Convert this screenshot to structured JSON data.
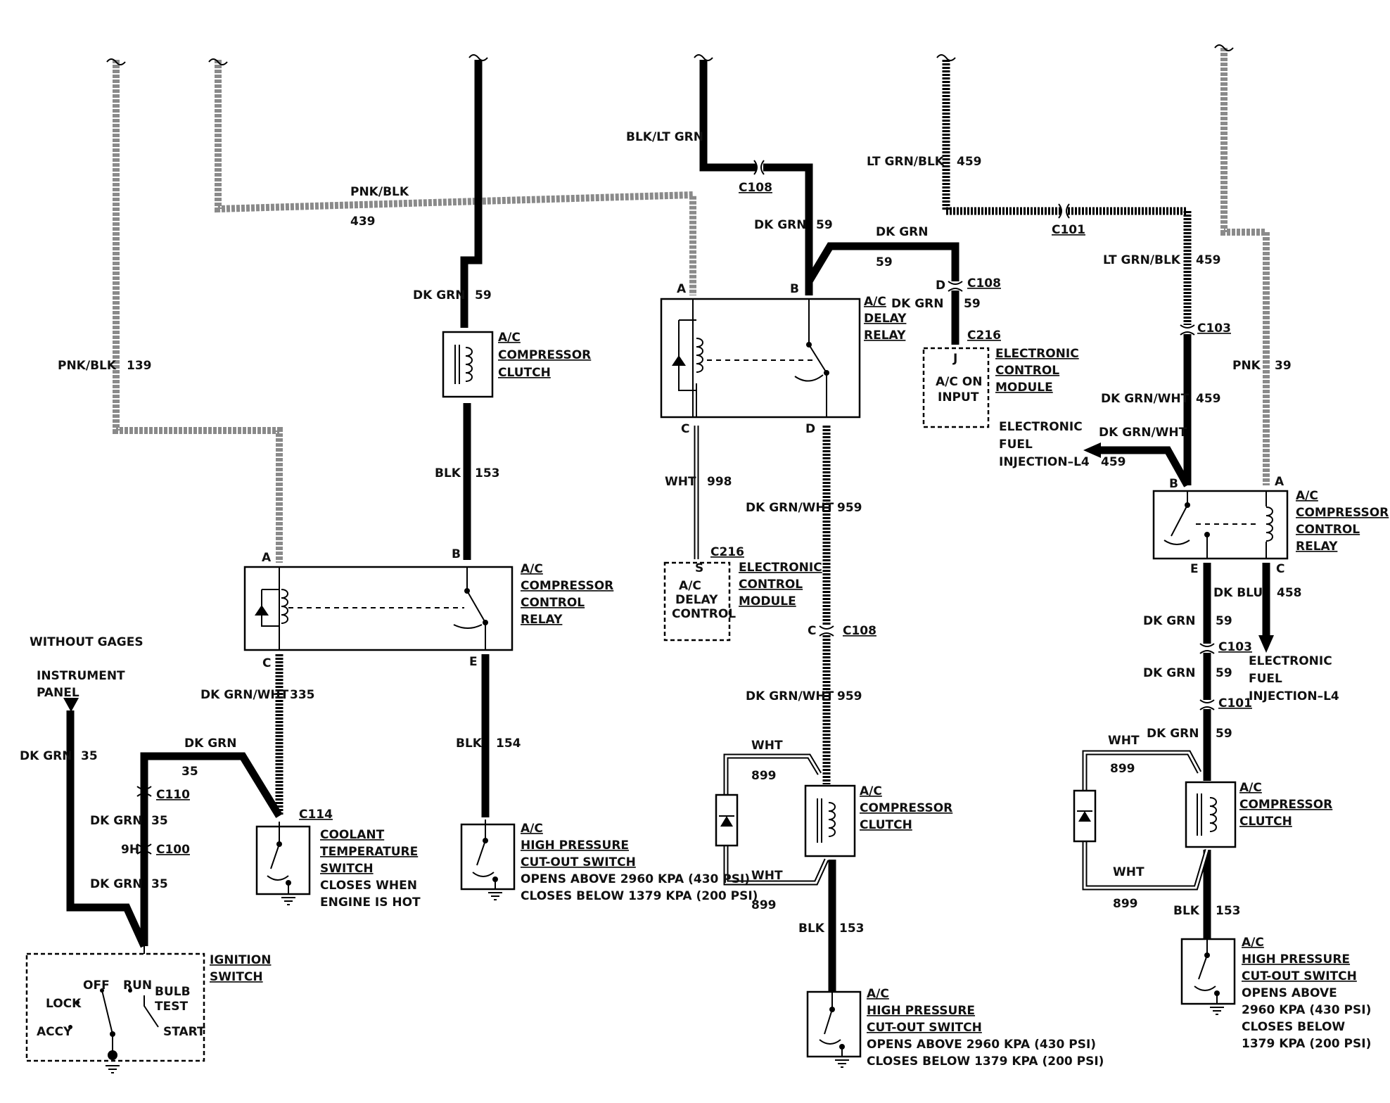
{
  "wires": {
    "pnk_blk": "PNK/BLK",
    "c139": "139",
    "c439": "439",
    "dk_grn": "DK GRN",
    "c59": "59",
    "blk": "BLK",
    "c153": "153",
    "c154": "154",
    "dk_grn_wht": "DK GRN/WHT",
    "c335": "335",
    "c35": "35",
    "blk_lt_grn": "BLK/LT GRN",
    "wht": "WHT",
    "c998": "998",
    "c959": "959",
    "c899": "899",
    "lt_grn_blk": "LT GRN/BLK",
    "c459": "459",
    "pnk": "PNK",
    "c39": "39",
    "dk_blu": "DK BLU",
    "c458": "458"
  },
  "connectors": {
    "c100": "C100",
    "c101": "C101",
    "c103": "C103",
    "c108": "C108",
    "c110": "C110",
    "c114": "C114",
    "c216": "C216",
    "pin_9h": "9H",
    "pin_a": "A",
    "pin_b": "B",
    "pin_c": "C",
    "pin_d": "D",
    "pin_e": "E",
    "pin_j": "J",
    "pin_s": "S"
  },
  "components": {
    "ac": "A/C",
    "compressor": "COMPRESSOR",
    "clutch": "CLUTCH",
    "control": "CONTROL",
    "relay": "RELAY",
    "delay": "DELAY",
    "high_pressure": "HIGH PRESSURE",
    "cutout_switch": "CUT-OUT SWITCH",
    "opens_above_full": "OPENS ABOVE 2960 KPA (430 PSI)",
    "closes_below_full": "CLOSES BELOW 1379 KPA (200 PSI)",
    "opens_above": "OPENS ABOVE",
    "kpa_2960": "2960 KPA (430 PSI)",
    "closes_below": "CLOSES BELOW",
    "kpa_1379": "1379 KPA (200 PSI)",
    "coolant": "COOLANT",
    "temperature": "TEMPERATURE",
    "switch": "SWITCH",
    "closes_when": "CLOSES WHEN",
    "engine_hot": "ENGINE IS HOT",
    "electronic": "ELECTRONIC",
    "module": "MODULE",
    "fuel": "FUEL",
    "injection": "INJECTION–L4",
    "ac_on": "A/C ON",
    "input": "INPUT",
    "delay_control_1": "A/C",
    "delay_control_2": "DELAY",
    "delay_control_3": "CONTROL",
    "ignition": "IGNITION",
    "without_gages": "WITHOUT GAGES",
    "instrument": "INSTRUMENT",
    "panel": "PANEL",
    "off": "OFF",
    "run": "RUN",
    "bulb": "BULB",
    "test": "TEST",
    "lock": "LOCK",
    "accy": "ACCY",
    "start": "START"
  }
}
